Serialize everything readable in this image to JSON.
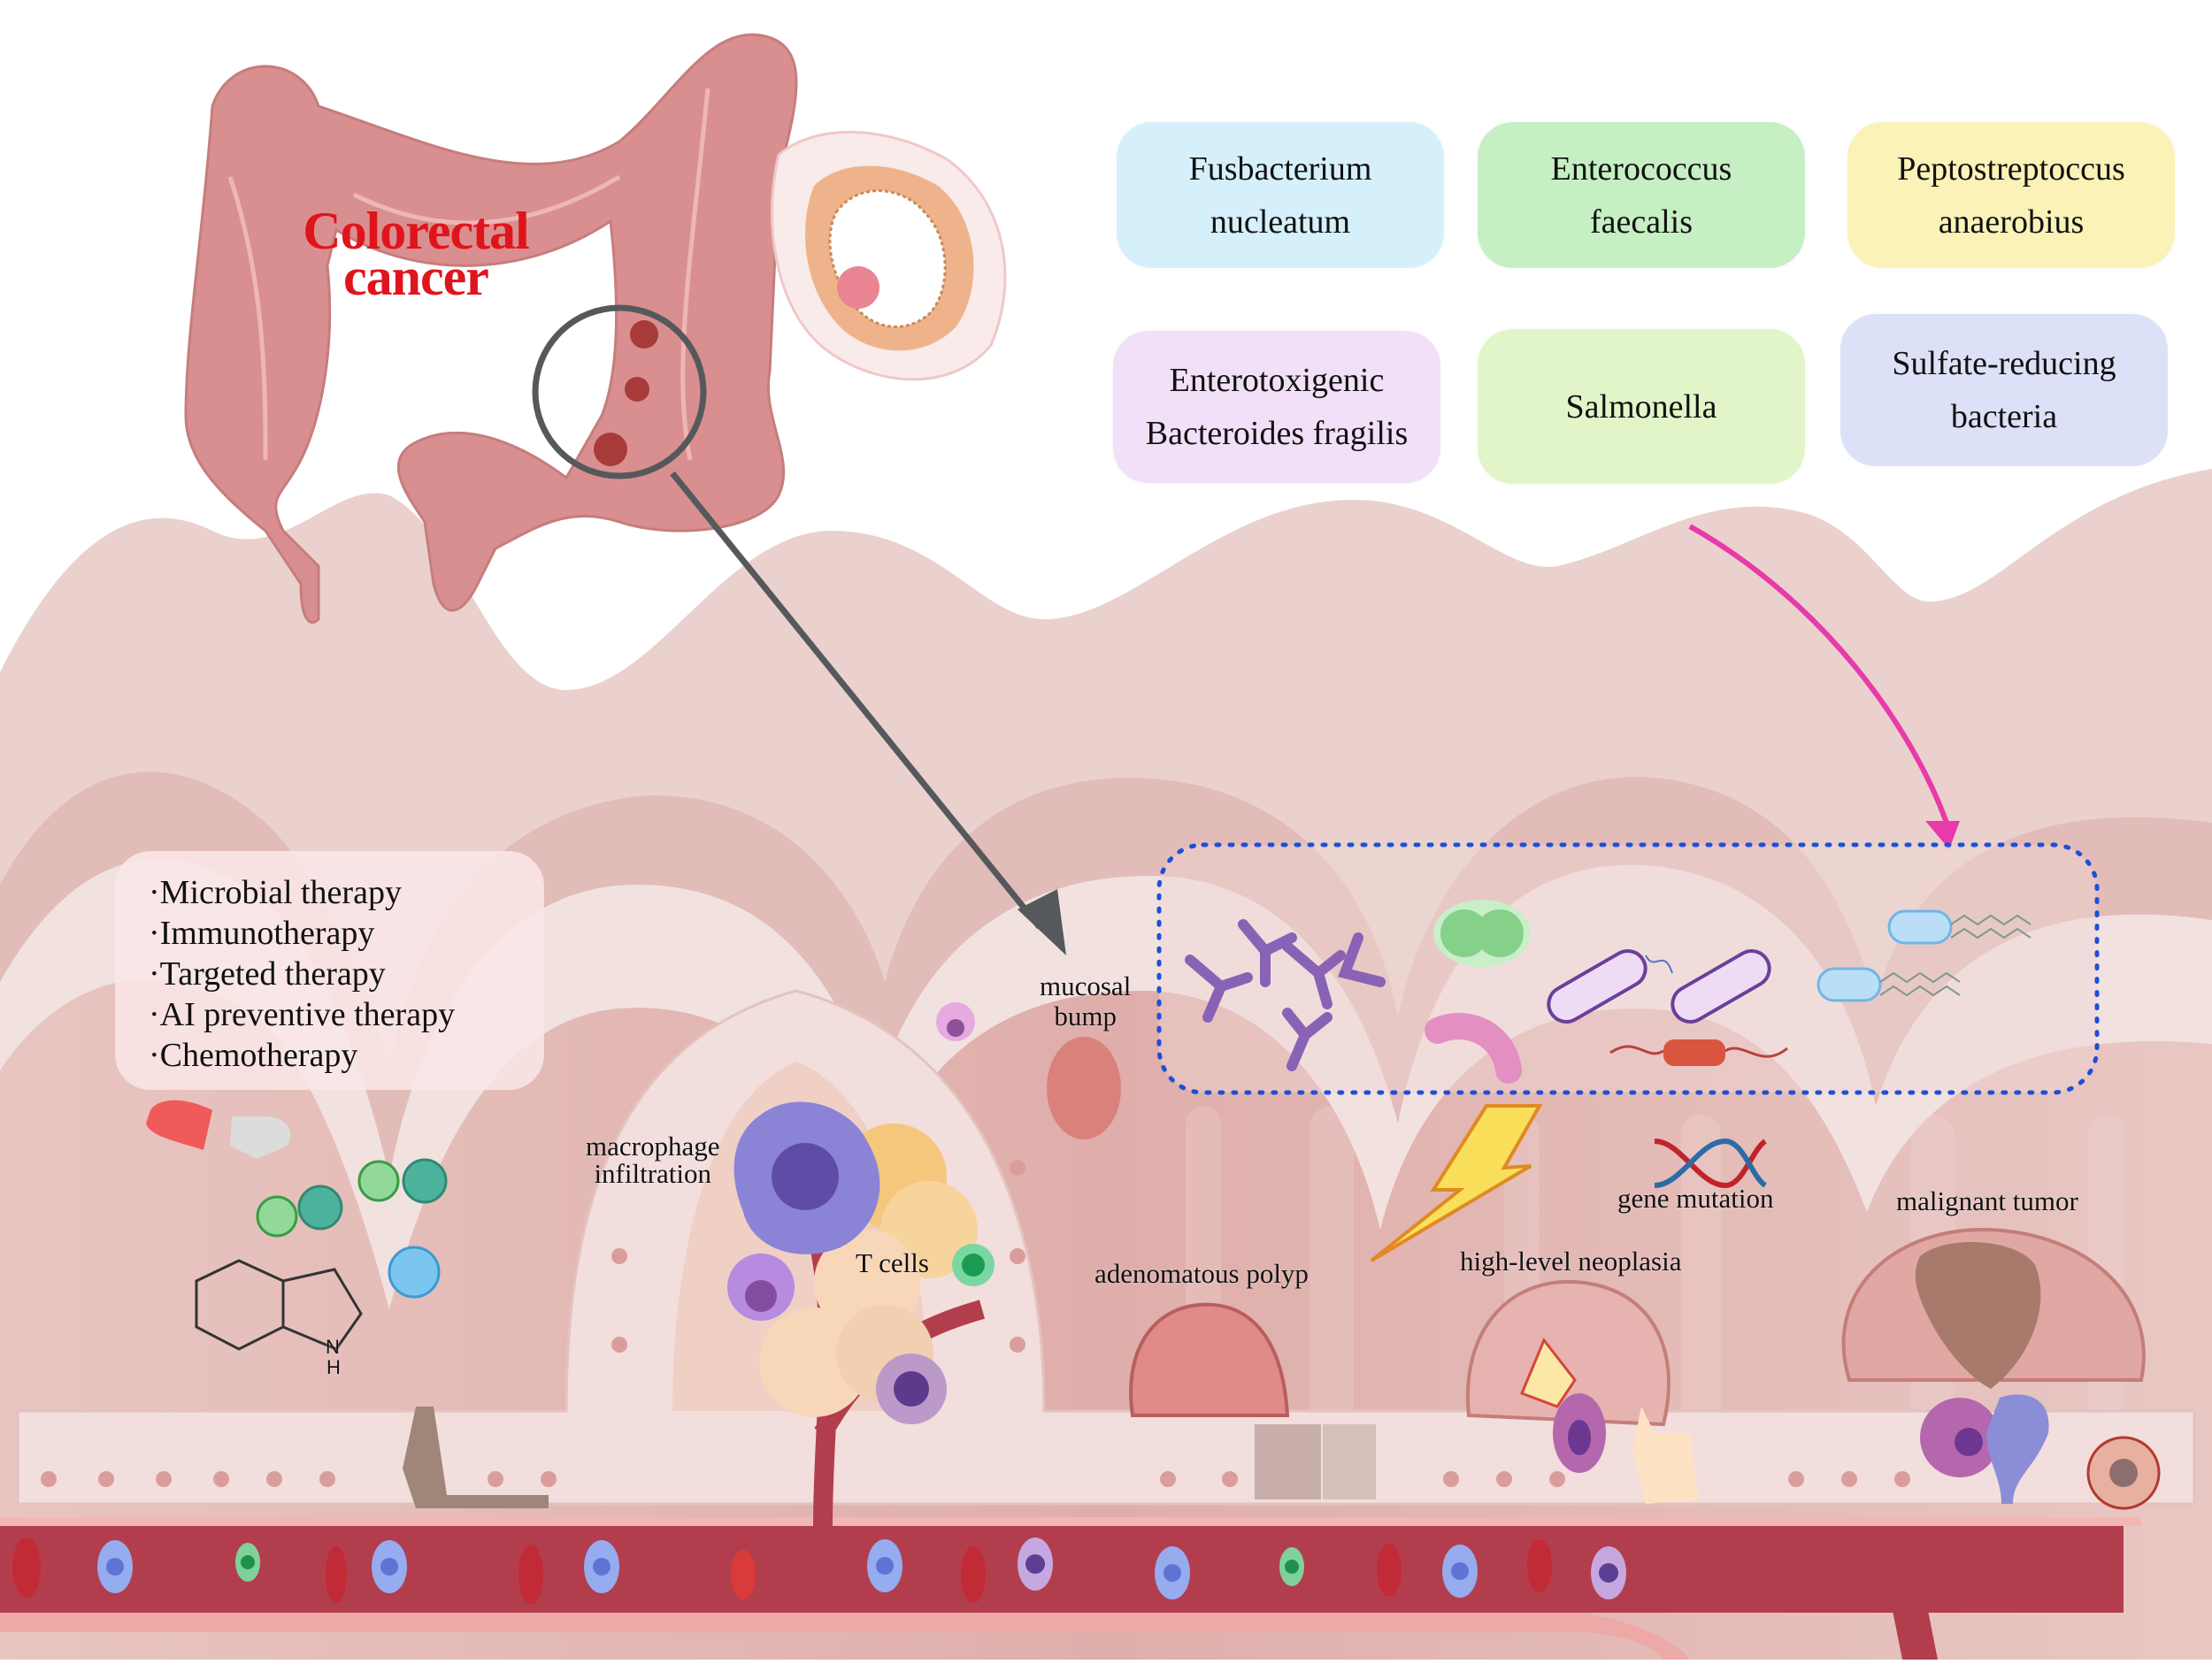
{
  "title": {
    "line1": "Colorectal",
    "line2": "cancer"
  },
  "bacteria": [
    {
      "name": "Fusbacterium nucleatum",
      "line1": "Fusbacterium",
      "line2": "nucleatum",
      "color": "#d6f0fb"
    },
    {
      "name": "Enterococcus faecalis",
      "line1": "Enterococcus",
      "line2": "faecalis",
      "color": "#c6efc4"
    },
    {
      "name": "Peptostreptoccus anaerobius",
      "line1": "Peptostreptoccus",
      "line2": "anaerobius",
      "color": "#fbf2b8"
    },
    {
      "name": "Enterotoxigenic Bacteroides fragilis",
      "line1": "Enterotoxigenic",
      "line2": "Bacteroides fragilis",
      "color": "#f1e0f8"
    },
    {
      "name": "Salmonella",
      "line1": "Salmonella",
      "line2": "",
      "color": "#e1f5c9"
    },
    {
      "name": "Sulfate-reducing bacteria",
      "line1": "Sulfate-reducing",
      "line2": "bacteria",
      "color": "#dde1f8"
    }
  ],
  "therapies": [
    "·Microbial therapy",
    "·Immunotherapy",
    "·Targeted therapy",
    "·AI preventive therapy",
    "·Chemotherapy"
  ],
  "labels": {
    "mucosal_bump_1": "mucosal",
    "mucosal_bump_2": "bump",
    "macrophage_1": "macrophage",
    "macrophage_2": "infiltration",
    "t_cells": "T cells",
    "adenomatous_polyp": "adenomatous polyp",
    "high_level_neoplasia": "high-level neoplasia",
    "gene_mutation": "gene mutation",
    "malignant_tumor": "malignant tumor",
    "indole_nh": "N",
    "indole_h": "H"
  },
  "colors": {
    "title_red": "#e0141c",
    "colon": "#d98f8f",
    "tissue_light": "#f1e1df",
    "tissue_mid": "#e7c9c5",
    "tissue_dark": "#dba8a4",
    "vessel": "#b8404e",
    "pink_arrow": "#e83aa8",
    "grey_arrow": "#55595c",
    "dotted_border": "#1d4fd8"
  }
}
